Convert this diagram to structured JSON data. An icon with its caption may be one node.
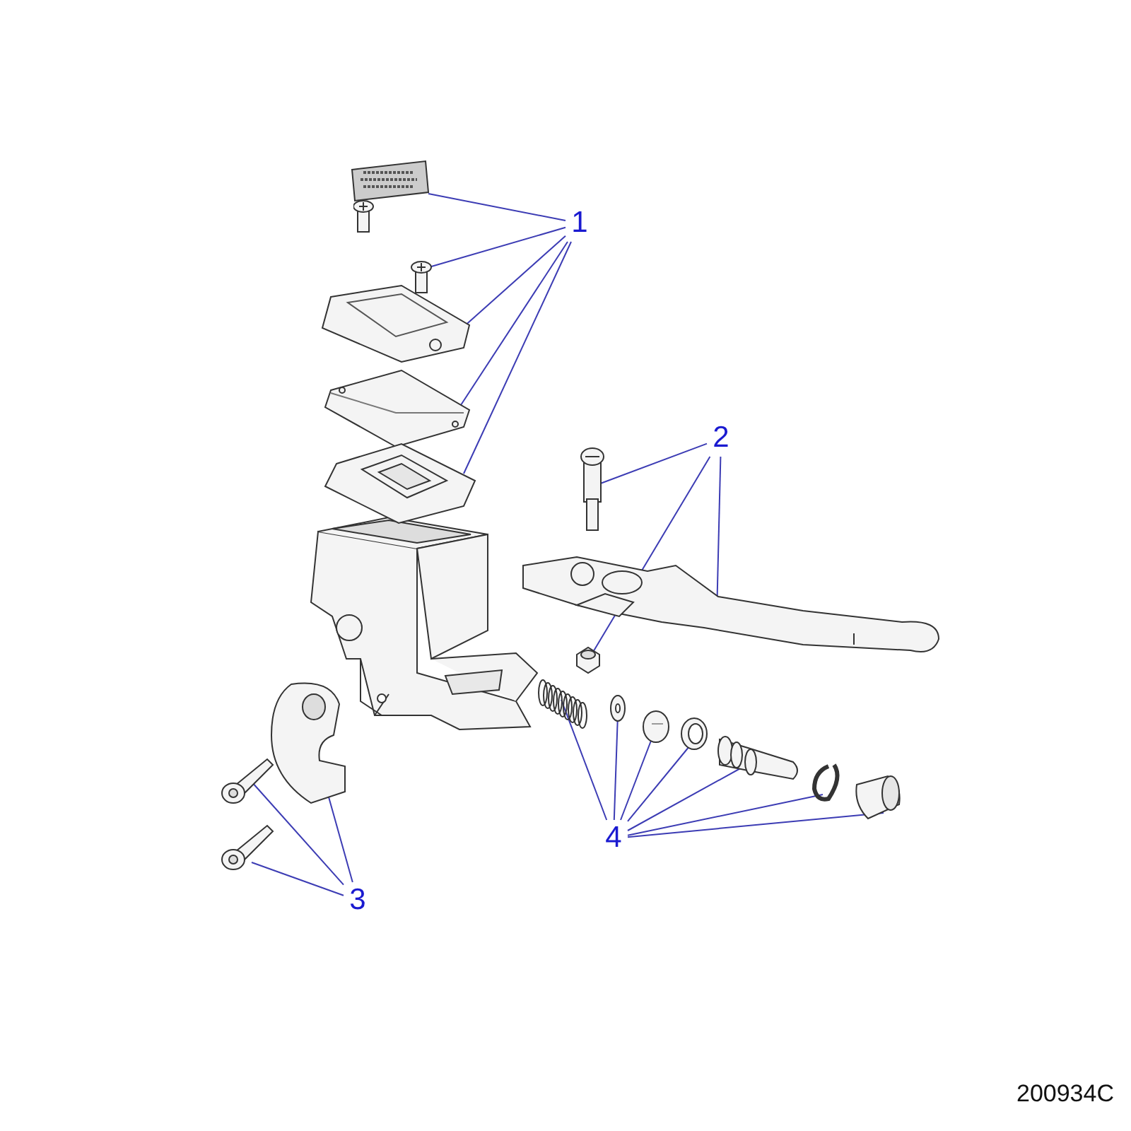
{
  "diagram": {
    "nodes": [
      {
        "text": [
          "1"
        ]
      },
      {
        "text": [],
        "shape": "picture"
      },
      {
        "text": [],
        "shape": "picture"
      },
      {
        "text": [],
        "shape": "picture"
      },
      {
        "text": [],
        "shape": "picture"
      },
      {
        "text": [],
        "shape": "picture"
      },
      {
        "text": [
          "2"
        ]
      },
      {
        "text": [],
        "shape": "picture"
      },
      {
        "text": [],
        "shape": "picture"
      },
      {
        "text": [],
        "shape": "picture"
      },
      {
        "text": [
          "3"
        ]
      },
      {
        "text": [],
        "shape": "picture"
      },
      {
        "text": [],
        "shape": "picture"
      },
      {
        "text": [],
        "shape": "picture"
      },
      {
        "text": [
          "4"
        ]
      },
      {
        "text": [],
        "shape": "picture"
      },
      {
        "text": [],
        "shape": "picture"
      },
      {
        "text": [],
        "shape": "picture"
      },
      {
        "text": [],
        "shape": "picture"
      },
      {
        "text": [],
        "shape": "picture"
      },
      {
        "text": [],
        "shape": "picture"
      },
      {
        "text": [],
        "shape": "picture"
      }
    ],
    "edges": [
      {
        "from": 0,
        "to": 1,
        "arrow": "none"
      },
      {
        "from": 0,
        "to": 2,
        "arrow": "none"
      },
      {
        "from": 0,
        "to": 3,
        "arrow": "none"
      },
      {
        "from": 0,
        "to": 4,
        "arrow": "none"
      },
      {
        "from": 0,
        "to": 5,
        "arrow": "none"
      },
      {
        "from": 6,
        "to": 7,
        "arrow": "none"
      },
      {
        "from": 6,
        "to": 8,
        "arrow": "none"
      },
      {
        "from": 6,
        "to": 9,
        "arrow": "none"
      },
      {
        "from": 10,
        "to": 11,
        "arrow": "none"
      },
      {
        "from": 10,
        "to": 12,
        "arrow": "none"
      },
      {
        "from": 10,
        "to": 13,
        "arrow": "none"
      },
      {
        "from": 14,
        "to": 15,
        "arrow": "none"
      },
      {
        "from": 14,
        "to": 16,
        "arrow": "none"
      },
      {
        "from": 14,
        "to": 17,
        "arrow": "none"
      },
      {
        "from": 14,
        "to": 18,
        "arrow": "none"
      },
      {
        "from": 14,
        "to": 19,
        "arrow": "none"
      },
      {
        "from": 14,
        "to": 20,
        "arrow": "none"
      },
      {
        "from": 14,
        "to": 21,
        "arrow": "none"
      }
    ],
    "labels": [
      "200934C"
    ]
  }
}
